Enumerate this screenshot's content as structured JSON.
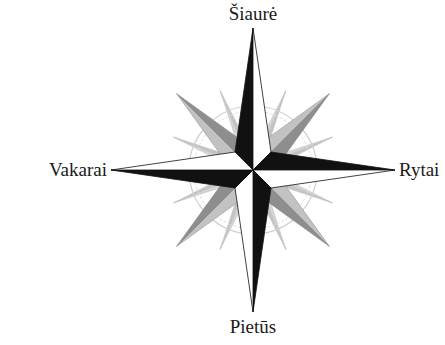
{
  "diagram": {
    "labels": [
      "Šiaurė",
      "Vakarai",
      "Rytai",
      "Pietūs"
    ]
  }
}
